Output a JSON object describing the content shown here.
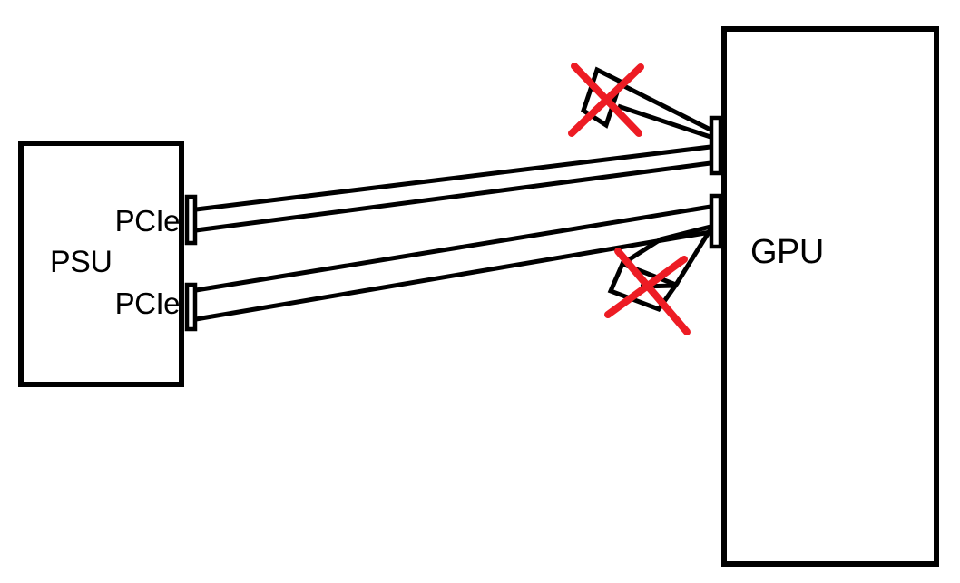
{
  "diagram": {
    "colors": {
      "background": "#ffffff",
      "ink": "#000000",
      "cross": "#ed1c24"
    },
    "psu": {
      "label": "PSU",
      "ports": [
        {
          "label": "PCIe"
        },
        {
          "label": "PCIe"
        }
      ]
    },
    "gpu": {
      "label": "GPU"
    },
    "cables": {
      "count": 2
    },
    "crossed_out_pigtails": {
      "count": 2
    }
  }
}
